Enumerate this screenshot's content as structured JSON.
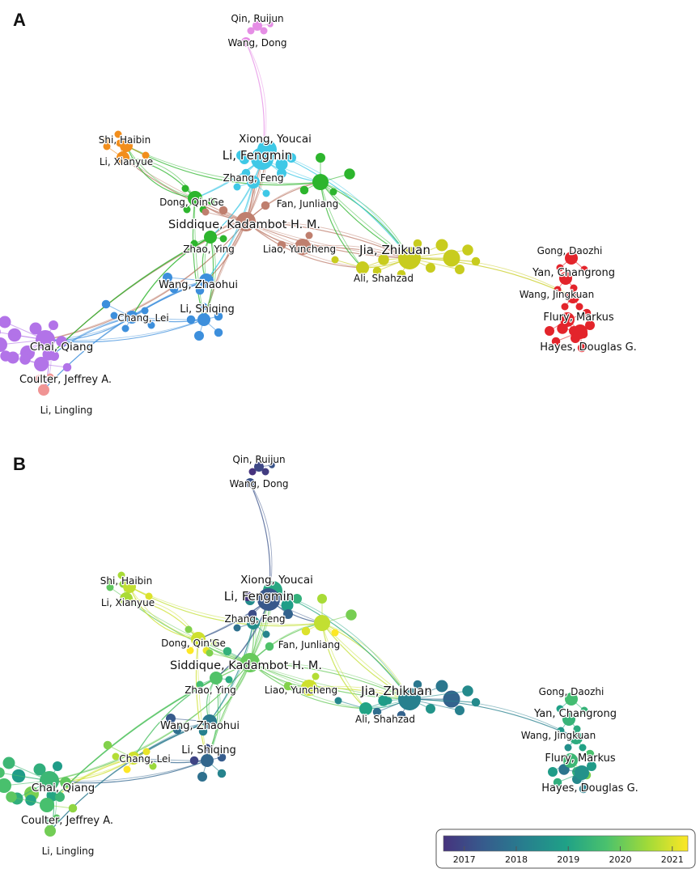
{
  "panels": [
    {
      "letter": "A",
      "mode": "cluster",
      "clusterColors": {
        "red": "#e3242b",
        "green": "#2db52d",
        "blue": "#3d8fdc",
        "yellow": "#c8cc1e",
        "purple": "#b273e8",
        "cyan": "#3ec8e6",
        "orange": "#f28e1c",
        "brown": "#bf7f6e",
        "pink": "#e58ee5",
        "salmon": "#f09494"
      }
    },
    {
      "letter": "B",
      "mode": "year"
    }
  ],
  "authors": [
    {
      "name": "Qin, Ruijun",
      "cluster": "pink",
      "year": 2017.0
    },
    {
      "name": "Wang, Dong",
      "cluster": "pink",
      "year": 2017.2
    },
    {
      "name": "Xiong, Youcai",
      "cluster": "cyan",
      "year": 2019.1
    },
    {
      "name": "Li, Fengmin",
      "cluster": "cyan",
      "year": 2017.3
    },
    {
      "name": "Zhang, Feng",
      "cluster": "cyan",
      "year": 2018.5
    },
    {
      "name": "Shi, Haibin",
      "cluster": "orange",
      "year": 2020.8
    },
    {
      "name": "Li, Xianyue",
      "cluster": "orange",
      "year": 2020.6
    },
    {
      "name": "Dong, Qin'Ge",
      "cluster": "green",
      "year": 2020.9
    },
    {
      "name": "Fan, Junliang",
      "cluster": "green",
      "year": 2020.8
    },
    {
      "name": "Siddique, Kadambot H. M.",
      "cluster": "brown",
      "year": 2020.0
    },
    {
      "name": "Zhao, Ying",
      "cluster": "green",
      "year": 2019.8
    },
    {
      "name": "Liao, Yuncheng",
      "cluster": "brown",
      "year": 2020.9
    },
    {
      "name": "Jia, Zhikuan",
      "cluster": "yellow",
      "year": 2018.2
    },
    {
      "name": "Ali, Shahzad",
      "cluster": "yellow",
      "year": 2019.0
    },
    {
      "name": "Wang, Zhaohui",
      "cluster": "blue",
      "year": 2018.0
    },
    {
      "name": "Li, Shiqing",
      "cluster": "blue",
      "year": 2017.6
    },
    {
      "name": "Chang, Lei",
      "cluster": "blue",
      "year": 2020.9
    },
    {
      "name": "Chai, Qiang",
      "cluster": "purple",
      "year": 2019.5
    },
    {
      "name": "Coulter, Jeffrey A.",
      "cluster": "purple",
      "year": 2019.7
    },
    {
      "name": "Li, Lingling",
      "cluster": "salmon",
      "year": 2020.1
    },
    {
      "name": "Gong, Daozhi",
      "cluster": "red",
      "year": 2019.6
    },
    {
      "name": "Yan, Changrong",
      "cluster": "red",
      "year": 2019.4
    },
    {
      "name": "Wang, Jingkuan",
      "cluster": "red",
      "year": 2019.2
    },
    {
      "name": "Flury, Markus",
      "cluster": "red",
      "year": 2019.5
    },
    {
      "name": "Hayes, Douglas G.",
      "cluster": "red",
      "year": 2018.6
    }
  ],
  "colorbar": {
    "ticks": [
      "2017",
      "2018",
      "2019",
      "2020",
      "2021"
    ],
    "range": [
      2016.6,
      2021.3
    ],
    "stops": [
      "#46337e",
      "#365c8d",
      "#277f8e",
      "#1fa187",
      "#4ac16d",
      "#a0da39",
      "#fde725"
    ]
  }
}
